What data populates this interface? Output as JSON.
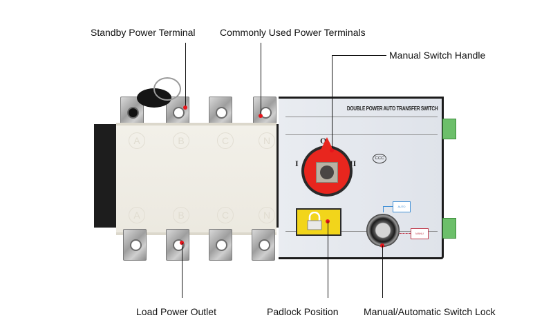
{
  "callouts": {
    "standby_power_terminal": "Standby Power Terminal",
    "commonly_used_power_terminals": "Commonly Used Power Terminals",
    "manual_switch_handle": "Manual Switch Handle",
    "load_power_outlet": "Load Power Outlet",
    "padlock_position": "Padlock Position",
    "manual_automatic_switch_lock": "Manual/Automatic Switch Lock"
  },
  "device": {
    "panel_title": "DOUBLE POWER AUTO TRANSFER SWITCH",
    "phases": [
      "A",
      "B",
      "C",
      "N"
    ],
    "handle_positions": {
      "off": "O",
      "source_1": "I",
      "source_2": "II"
    },
    "certification_mark": "CCC",
    "lock_modes": {
      "auto": "AUTO",
      "manual": "MANU"
    }
  },
  "colors": {
    "marker_dot": "#e8141b",
    "handle": "#e8261e",
    "padlock_cover": "#f2d51b",
    "auto_tag": "#3f8fd6",
    "manual_tag": "#c0394b",
    "terminal_block": "#6cbf6a"
  }
}
